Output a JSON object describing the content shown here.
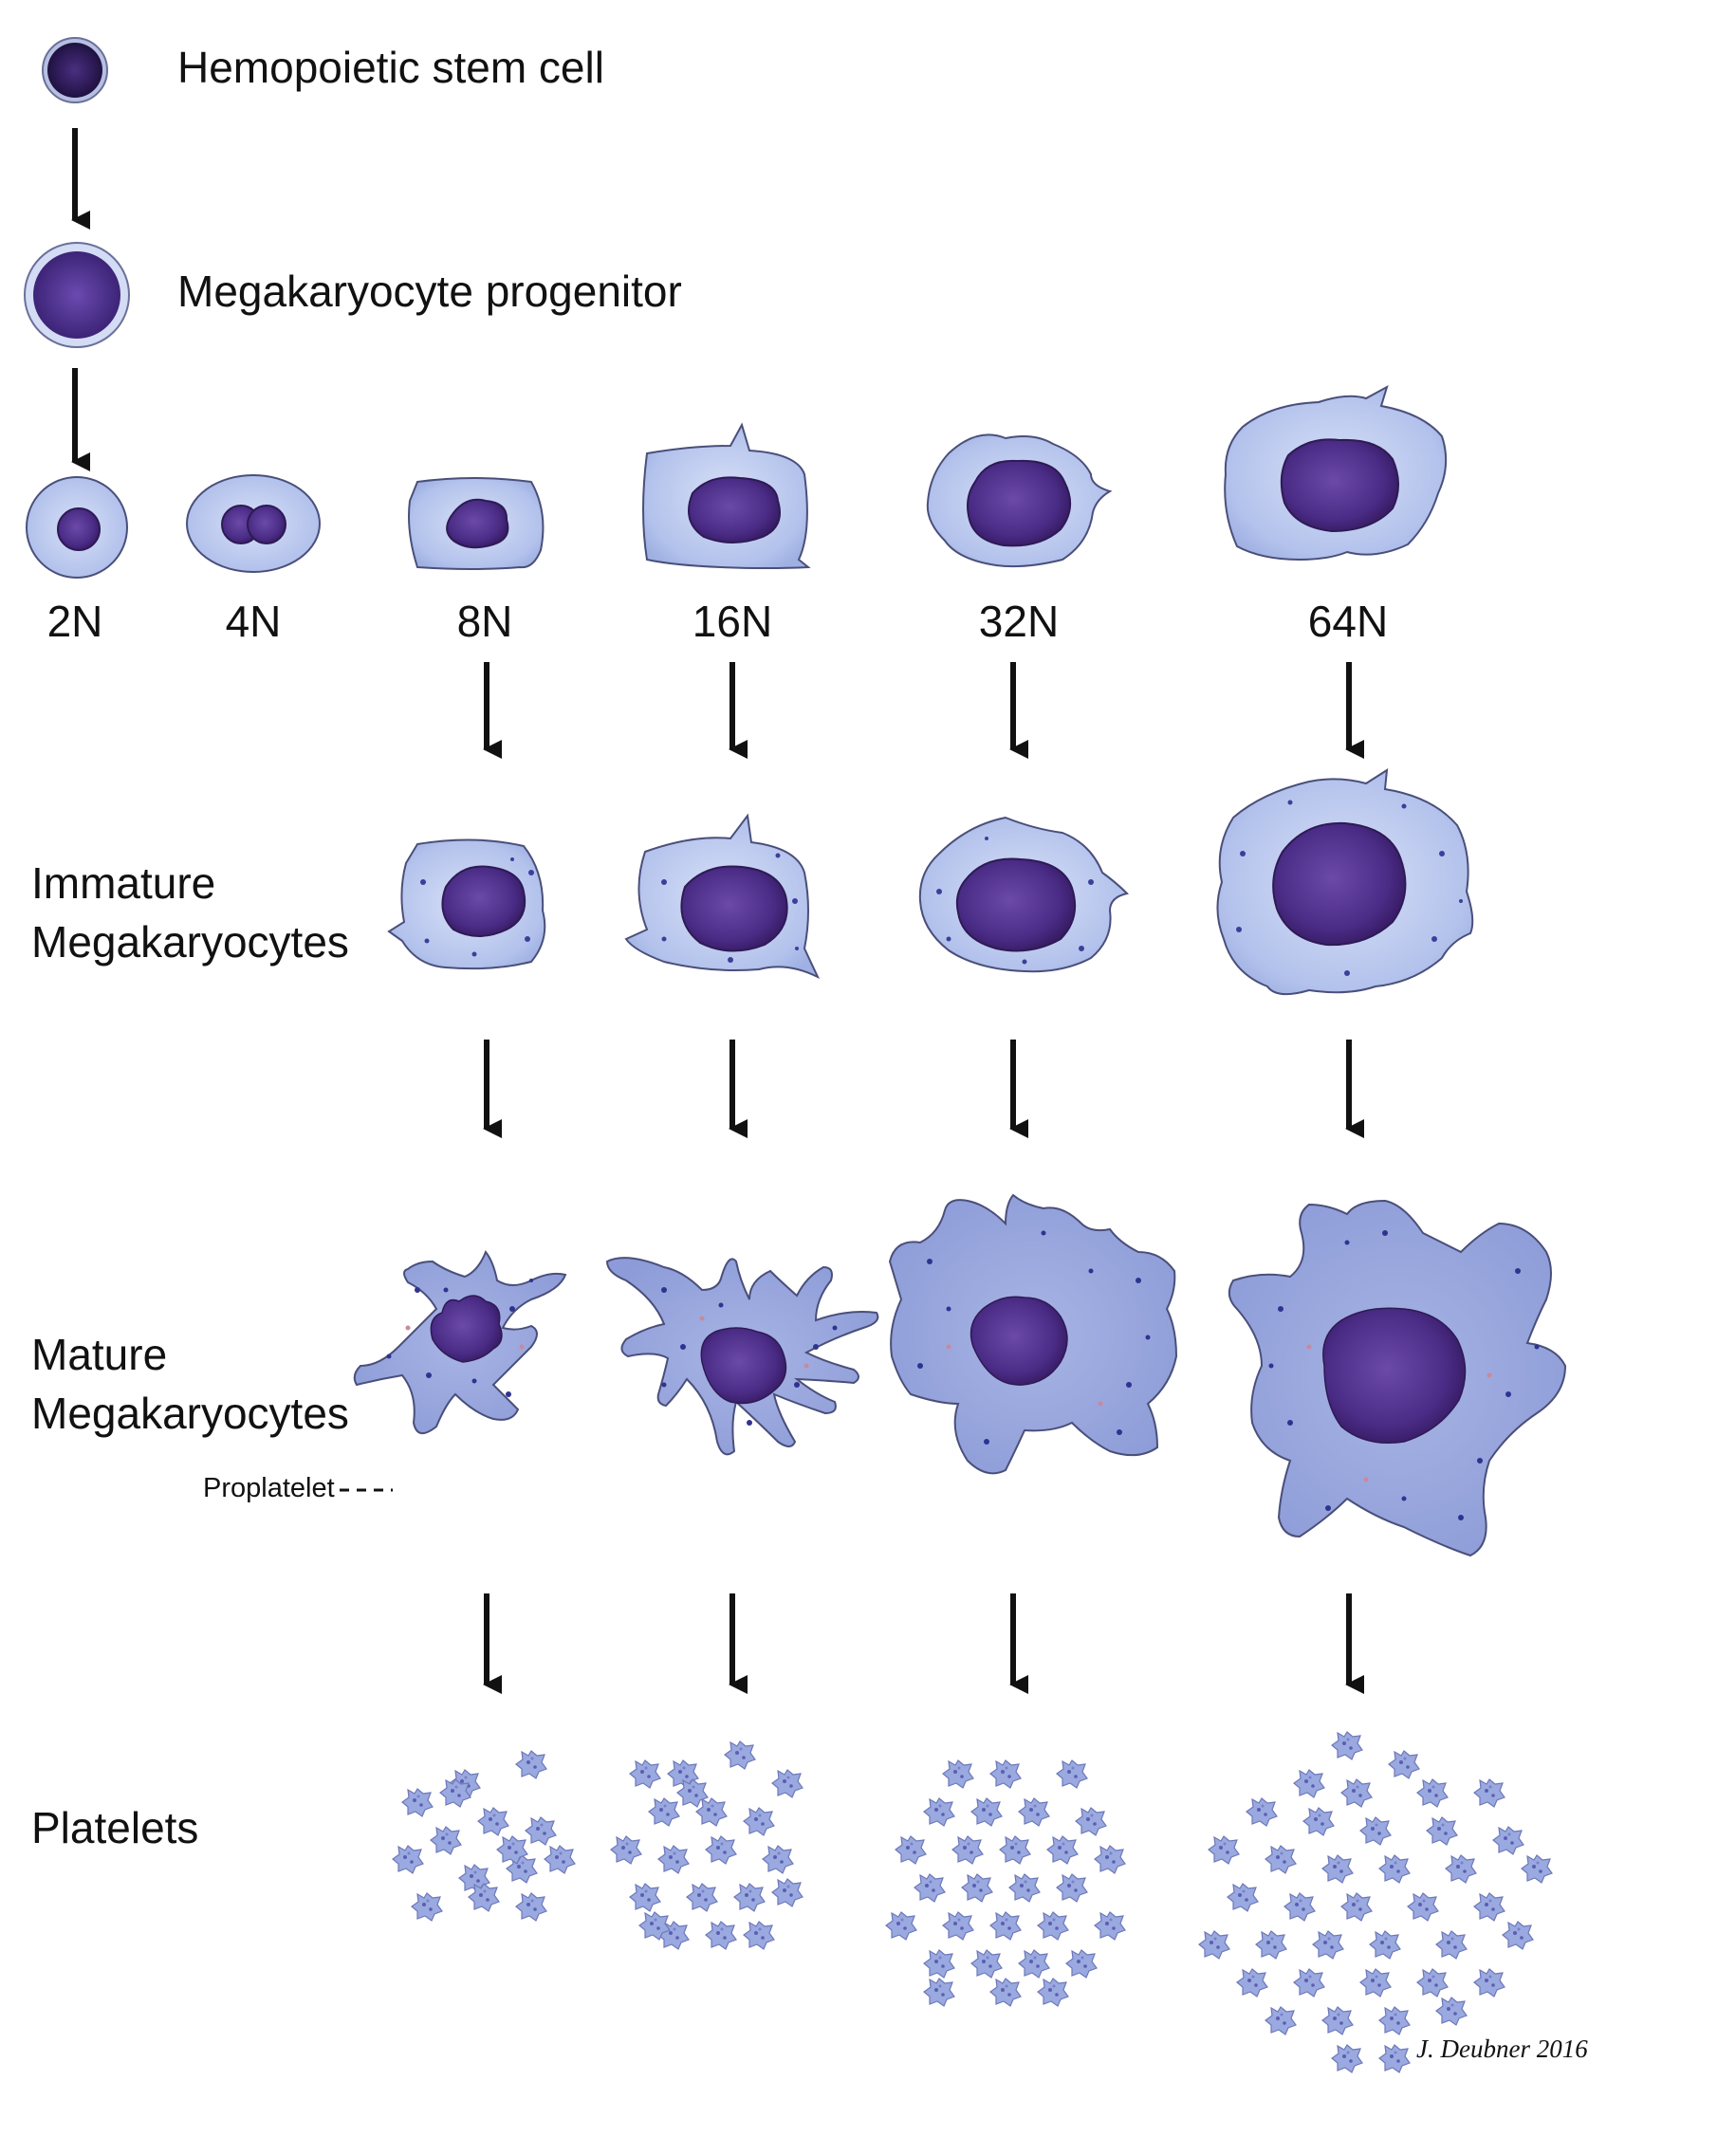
{
  "stem_cell_label": "Hemopoietic stem cell",
  "progenitor_label": "Megakaryocyte progenitor",
  "ploidy_labels": [
    "2N",
    "4N",
    "8N",
    "16N",
    "32N",
    "64N"
  ],
  "immature_label": [
    "Immature",
    "Megakaryocytes"
  ],
  "mature_label": [
    "Mature",
    "Megakaryocytes"
  ],
  "proplatelet_label": "Proplatelet",
  "platelets_label": "Platelets",
  "signature": "J. Deubner 2016",
  "colors": {
    "cytoplasm": "#a9b8e6",
    "cytoplasm_light": "#d3dcf4",
    "nucleus": "#5a3a96",
    "nucleus_dark": "#3a1f6b",
    "outline": "#4a4f7a",
    "granule": "#3c3f9a",
    "granule_pink": "#c8899e",
    "arrow": "#111111"
  }
}
